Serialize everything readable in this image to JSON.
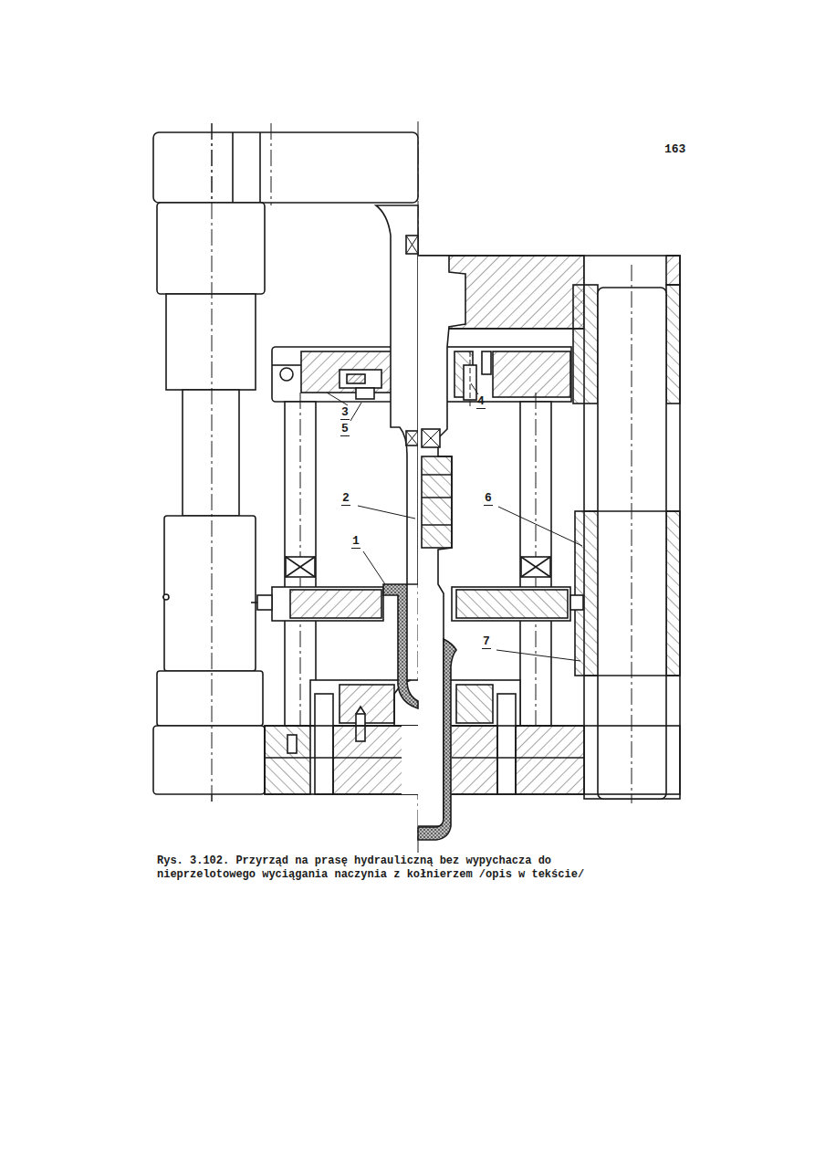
{
  "diagram": {
    "caption": "Rys. 3.102. Przyrząd na prasę hydrauliczną bez wypychacza do nieprzelotowego wyciągania naczynia z kołnierzem /opis w tekście/",
    "labels": [
      "163",
      "3",
      "5",
      "4",
      "2",
      "6",
      "1",
      "7"
    ]
  }
}
